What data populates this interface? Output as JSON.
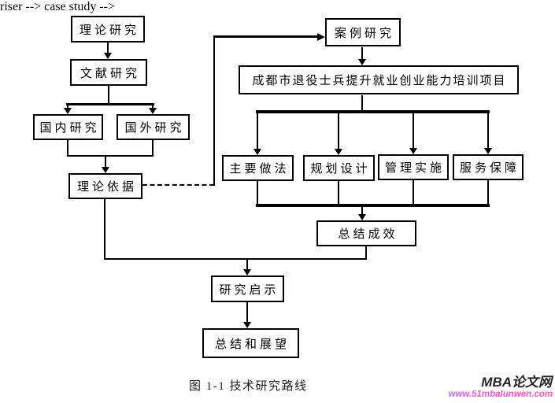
{
  "diagram": {
    "nodes": {
      "theory": "理论研究",
      "literature": "文献研究",
      "domestic": "国内研究",
      "foreign": "国外研究",
      "basis": "理论依据",
      "case": "案例研究",
      "project": "成都市退役士兵提升就业创业能力培训项目",
      "practices": "主要做法",
      "planning": "规划设计",
      "management": "管理实施",
      "service": "服务保障",
      "results": "总结成效",
      "enlightenment": "研究启示",
      "outlook": "总结和展望"
    },
    "edges": [
      {
        "from": "theory",
        "to": "literature",
        "style": "solid-arrow"
      },
      {
        "from": "literature",
        "to": "domestic",
        "style": "solid-arrow"
      },
      {
        "from": "literature",
        "to": "foreign",
        "style": "solid-arrow"
      },
      {
        "from": "domestic",
        "to": "basis",
        "style": "solid-arrow"
      },
      {
        "from": "foreign",
        "to": "basis",
        "style": "solid-arrow"
      },
      {
        "from": "basis",
        "to": "case",
        "style": "dashed-then-solid-arrow"
      },
      {
        "from": "case",
        "to": "project",
        "style": "solid-arrow"
      },
      {
        "from": "project",
        "to": "practices",
        "style": "solid-arrow"
      },
      {
        "from": "project",
        "to": "planning",
        "style": "solid-arrow"
      },
      {
        "from": "project",
        "to": "management",
        "style": "solid-arrow"
      },
      {
        "from": "project",
        "to": "service",
        "style": "solid-arrow"
      },
      {
        "from": "practices",
        "to": "results",
        "style": "solid-arrow"
      },
      {
        "from": "planning",
        "to": "results",
        "style": "solid-arrow"
      },
      {
        "from": "management",
        "to": "results",
        "style": "solid-arrow"
      },
      {
        "from": "service",
        "to": "results",
        "style": "solid-arrow"
      },
      {
        "from": "basis",
        "to": "enlightenment",
        "style": "solid-arrow"
      },
      {
        "from": "results",
        "to": "enlightenment",
        "style": "solid-arrow"
      },
      {
        "from": "enlightenment",
        "to": "outlook",
        "style": "solid-arrow"
      }
    ]
  },
  "caption": "图 1-1 技术研究路线",
  "watermark": {
    "brand": "MBA论文网",
    "url": "www.51mbalunwen.com",
    "brand_color": "#252525",
    "url_gradient_start": "#b66bf2",
    "url_gradient_end": "#ff57b0"
  },
  "colors": {
    "line": "#000000",
    "background": "#ffffff"
  }
}
